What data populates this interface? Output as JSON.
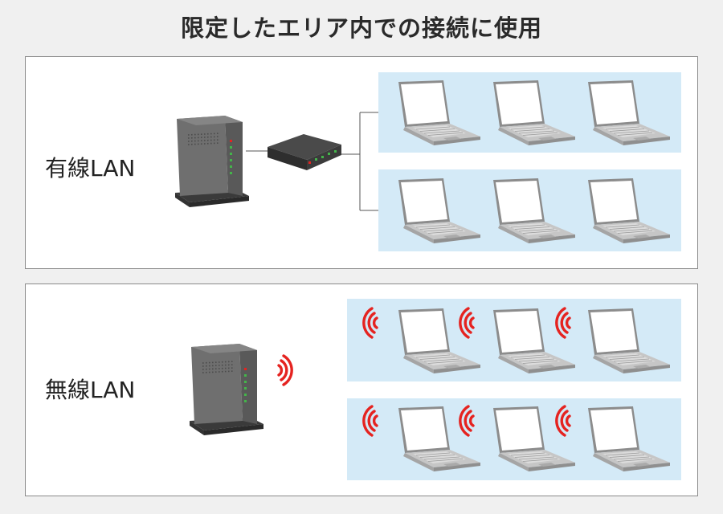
{
  "title": "限定したエリア内での接続に使用",
  "panels": {
    "wired": {
      "label": "有線LAN"
    },
    "wireless": {
      "label": "無線LAN"
    }
  },
  "colors": {
    "area_fill": "#d4eaf7",
    "signal": "#e52320",
    "router": "#6e6e6e",
    "laptop": "#bdbdbd",
    "cable": "#555555"
  },
  "icons": [
    "router-icon",
    "switch-hub-icon",
    "laptop-icon",
    "wifi-signal-icon"
  ]
}
